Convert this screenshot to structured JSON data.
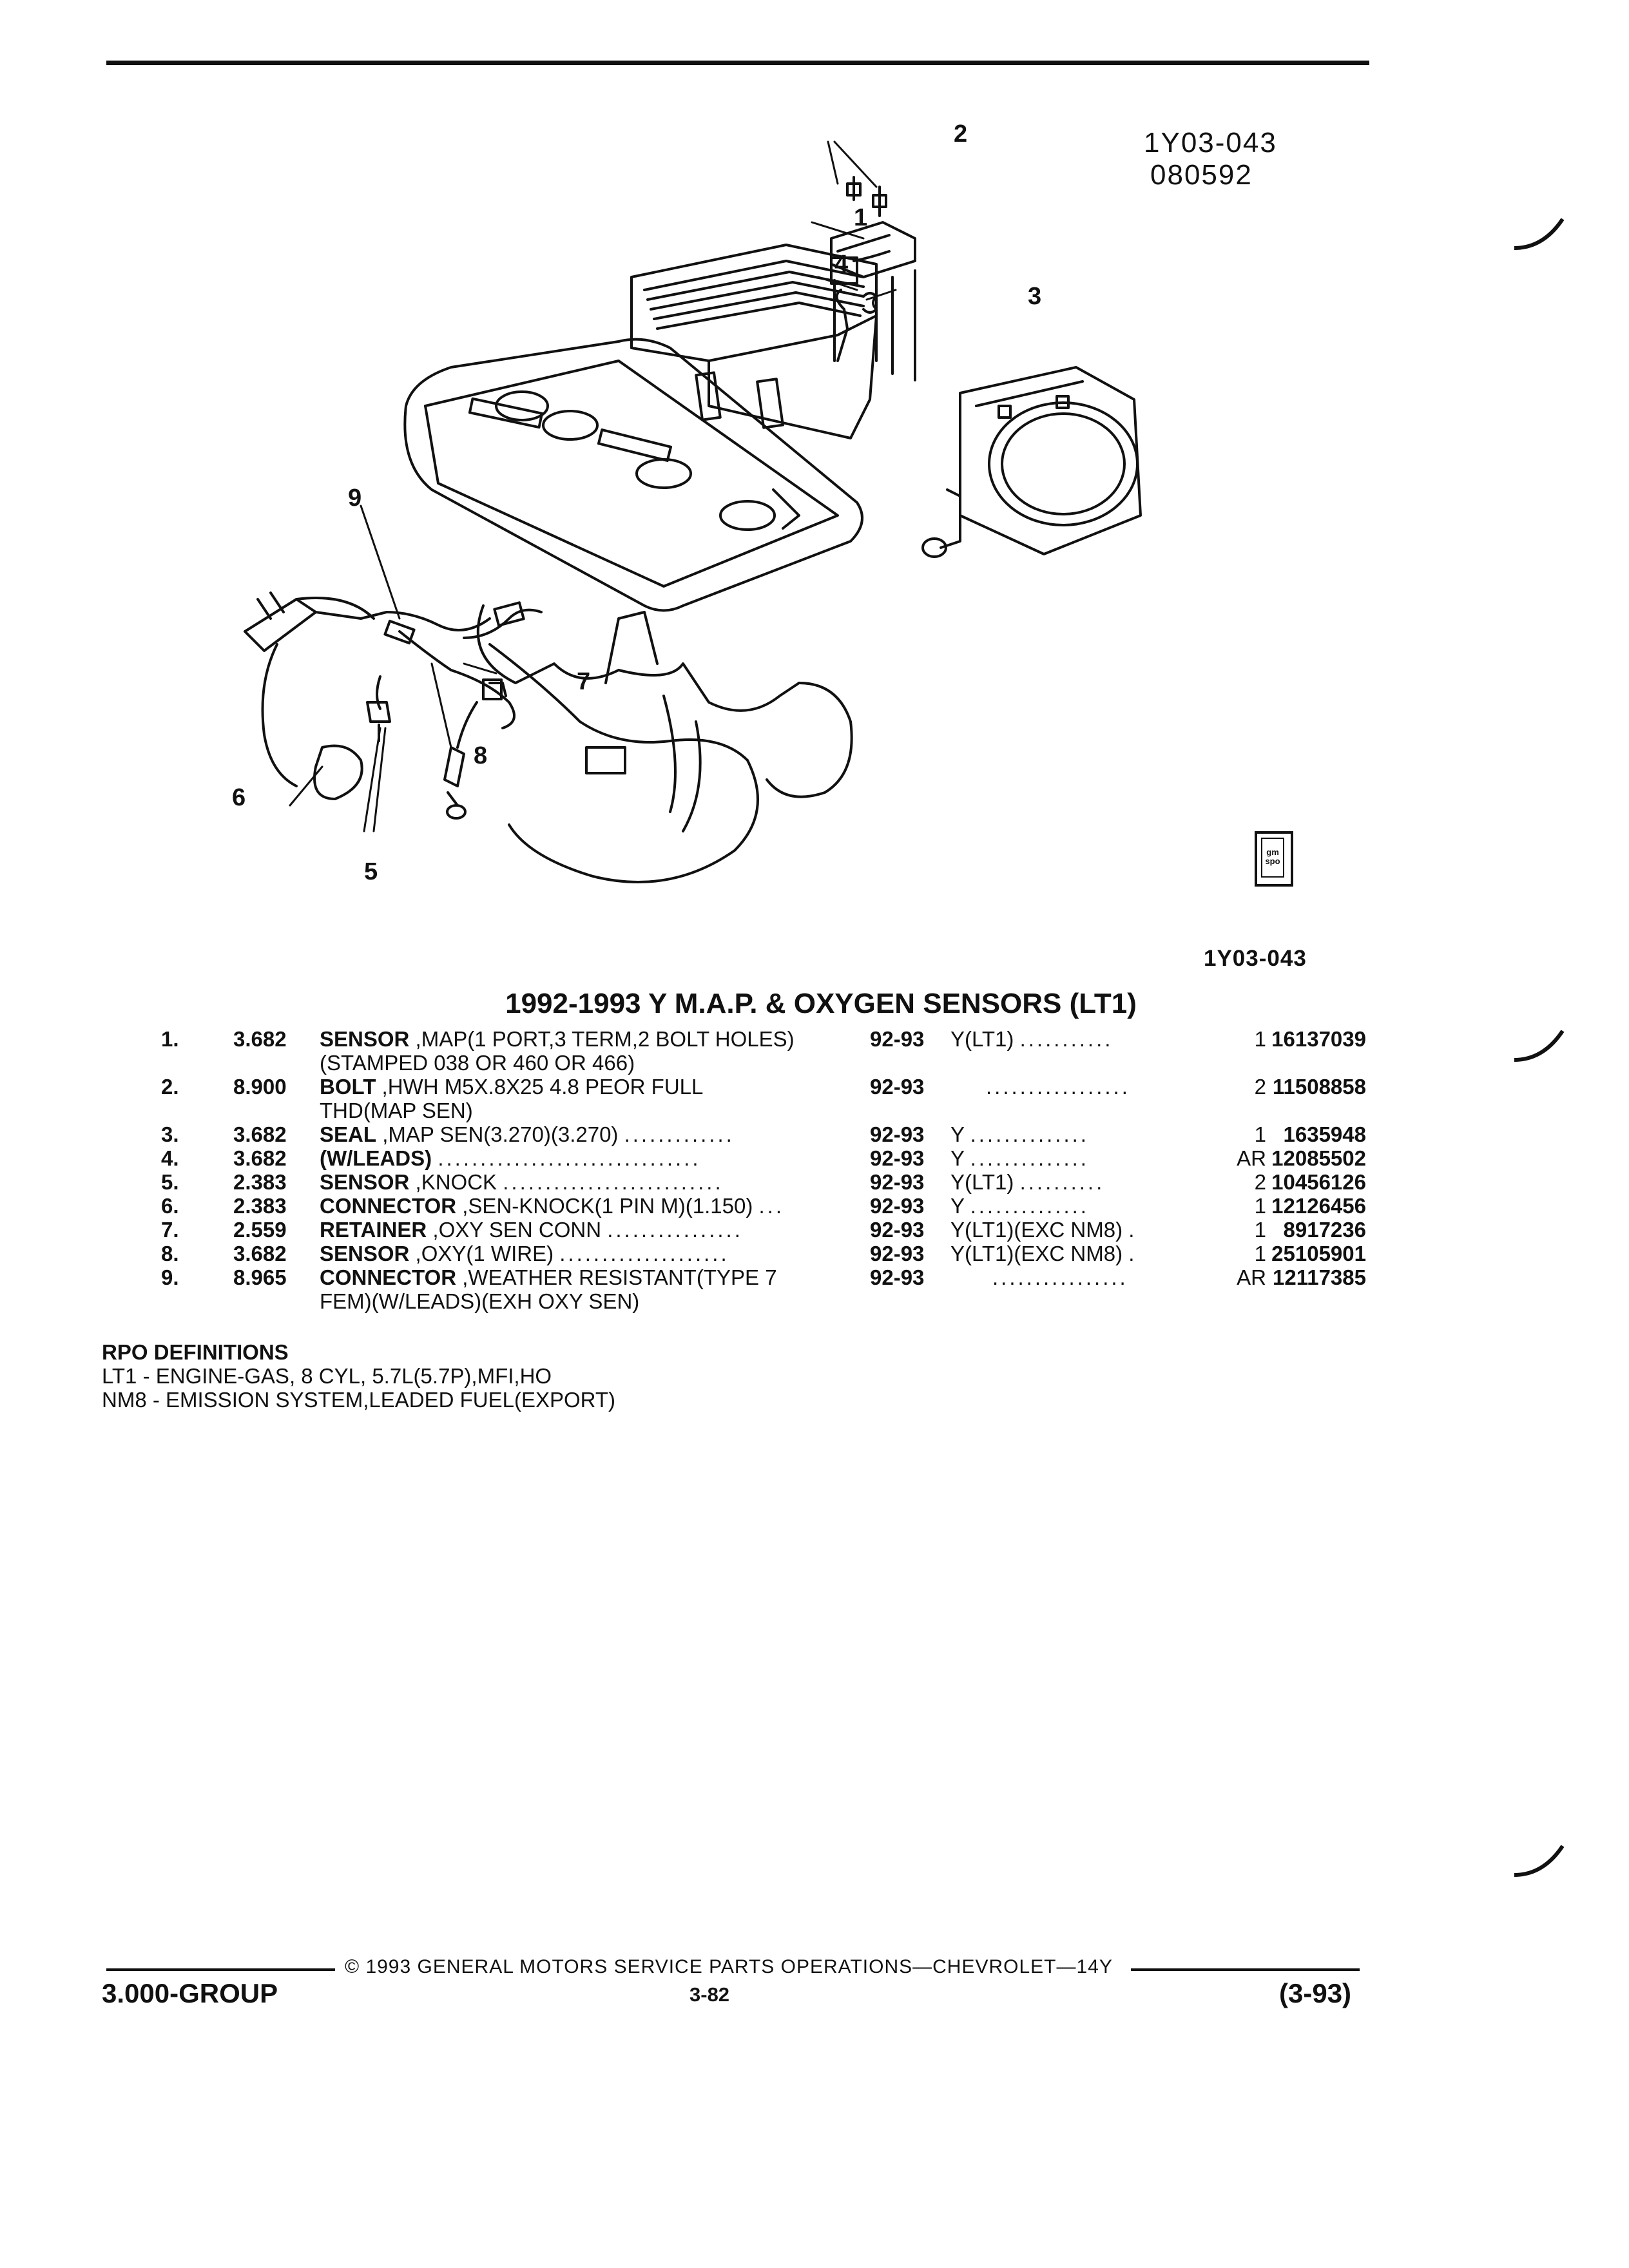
{
  "figure": {
    "ref_code": "1Y03-043",
    "ref_date": "080592",
    "callouts": [
      "1",
      "2",
      "3",
      "4",
      "5",
      "6",
      "7",
      "8",
      "9"
    ],
    "logo_text_1": "gm",
    "logo_text_2": "spo",
    "code_below": "1Y03-043"
  },
  "section_title": "1992-1993 Y M.A.P. & OXYGEN SENSORS (LT1)",
  "parts": [
    {
      "num": "1.",
      "group": "3.682",
      "name": "SENSOR",
      "desc": ",MAP(1 PORT,3 TERM,2 BOLT HOLES)",
      "desc2": "(STAMPED 038 OR 460 OR 466)",
      "years": "92-93",
      "series": "Y(LT1)",
      "series_dots": "...........",
      "qty": "1",
      "part_no": "16137039"
    },
    {
      "num": "2.",
      "group": "8.900",
      "name": "BOLT",
      "desc": ",HWH M5X.8X25 4.8 PEOR FULL",
      "desc2": "THD(MAP SEN)",
      "years": "92-93",
      "series": "",
      "series_dots": ".................",
      "qty": "2",
      "part_no": "11508858"
    },
    {
      "num": "3.",
      "group": "3.682",
      "name": "SEAL",
      "desc": ",MAP SEN(3.270)(3.270)",
      "desc_dots": ".............",
      "desc2": "",
      "years": "92-93",
      "series": "Y",
      "series_dots": "..............",
      "qty": "1",
      "part_no": "1635948"
    },
    {
      "num": "4.",
      "group": "3.682",
      "name": "(W/LEADS)",
      "desc": "",
      "desc_dots": "...............................",
      "desc2": "",
      "years": "92-93",
      "series": "Y",
      "series_dots": "..............",
      "qty": "AR",
      "part_no": "12085502"
    },
    {
      "num": "5.",
      "group": "2.383",
      "name": "SENSOR",
      "desc": ",KNOCK",
      "desc_dots": "..........................",
      "desc2": "",
      "years": "92-93",
      "series": "Y(LT1)",
      "series_dots": "..........",
      "qty": "2",
      "part_no": "10456126"
    },
    {
      "num": "6.",
      "group": "2.383",
      "name": "CONNECTOR",
      "desc": ",SEN-KNOCK(1 PIN M)(1.150)",
      "desc_dots": "...",
      "desc2": "",
      "years": "92-93",
      "series": "Y",
      "series_dots": "..............",
      "qty": "1",
      "part_no": "12126456"
    },
    {
      "num": "7.",
      "group": "2.559",
      "name": "RETAINER",
      "desc": ",OXY SEN CONN",
      "desc_dots": "................",
      "desc2": "",
      "years": "92-93",
      "series": "Y(LT1)(EXC NM8)",
      "series_dots": ".",
      "qty": "1",
      "part_no": "8917236"
    },
    {
      "num": "8.",
      "group": "3.682",
      "name": "SENSOR",
      "desc": ",OXY(1 WIRE)",
      "desc_dots": "....................",
      "desc2": "",
      "years": "92-93",
      "series": "Y(LT1)(EXC NM8)",
      "series_dots": ".",
      "qty": "1",
      "part_no": "25105901"
    },
    {
      "num": "9.",
      "group": "8.965",
      "name": "CONNECTOR",
      "desc": ",WEATHER RESISTANT(TYPE 7",
      "desc2": "FEM)(W/LEADS)(EXH OXY SEN)",
      "years": "92-93",
      "series": "",
      "series_dots": "................",
      "qty": "AR",
      "part_no": "12117385"
    }
  ],
  "rpo": {
    "heading": "RPO DEFINITIONS",
    "lines": [
      "LT1 - ENGINE-GAS, 8 CYL, 5.7L(5.7P),MFI,HO",
      "NM8 - EMISSION SYSTEM,LEADED FUEL(EXPORT)"
    ]
  },
  "footer": {
    "copyright": "© 1993 GENERAL MOTORS SERVICE PARTS OPERATIONS—CHEVROLET—14Y",
    "group": "3.000-GROUP",
    "page": "3-82",
    "date": "(3-93)"
  }
}
